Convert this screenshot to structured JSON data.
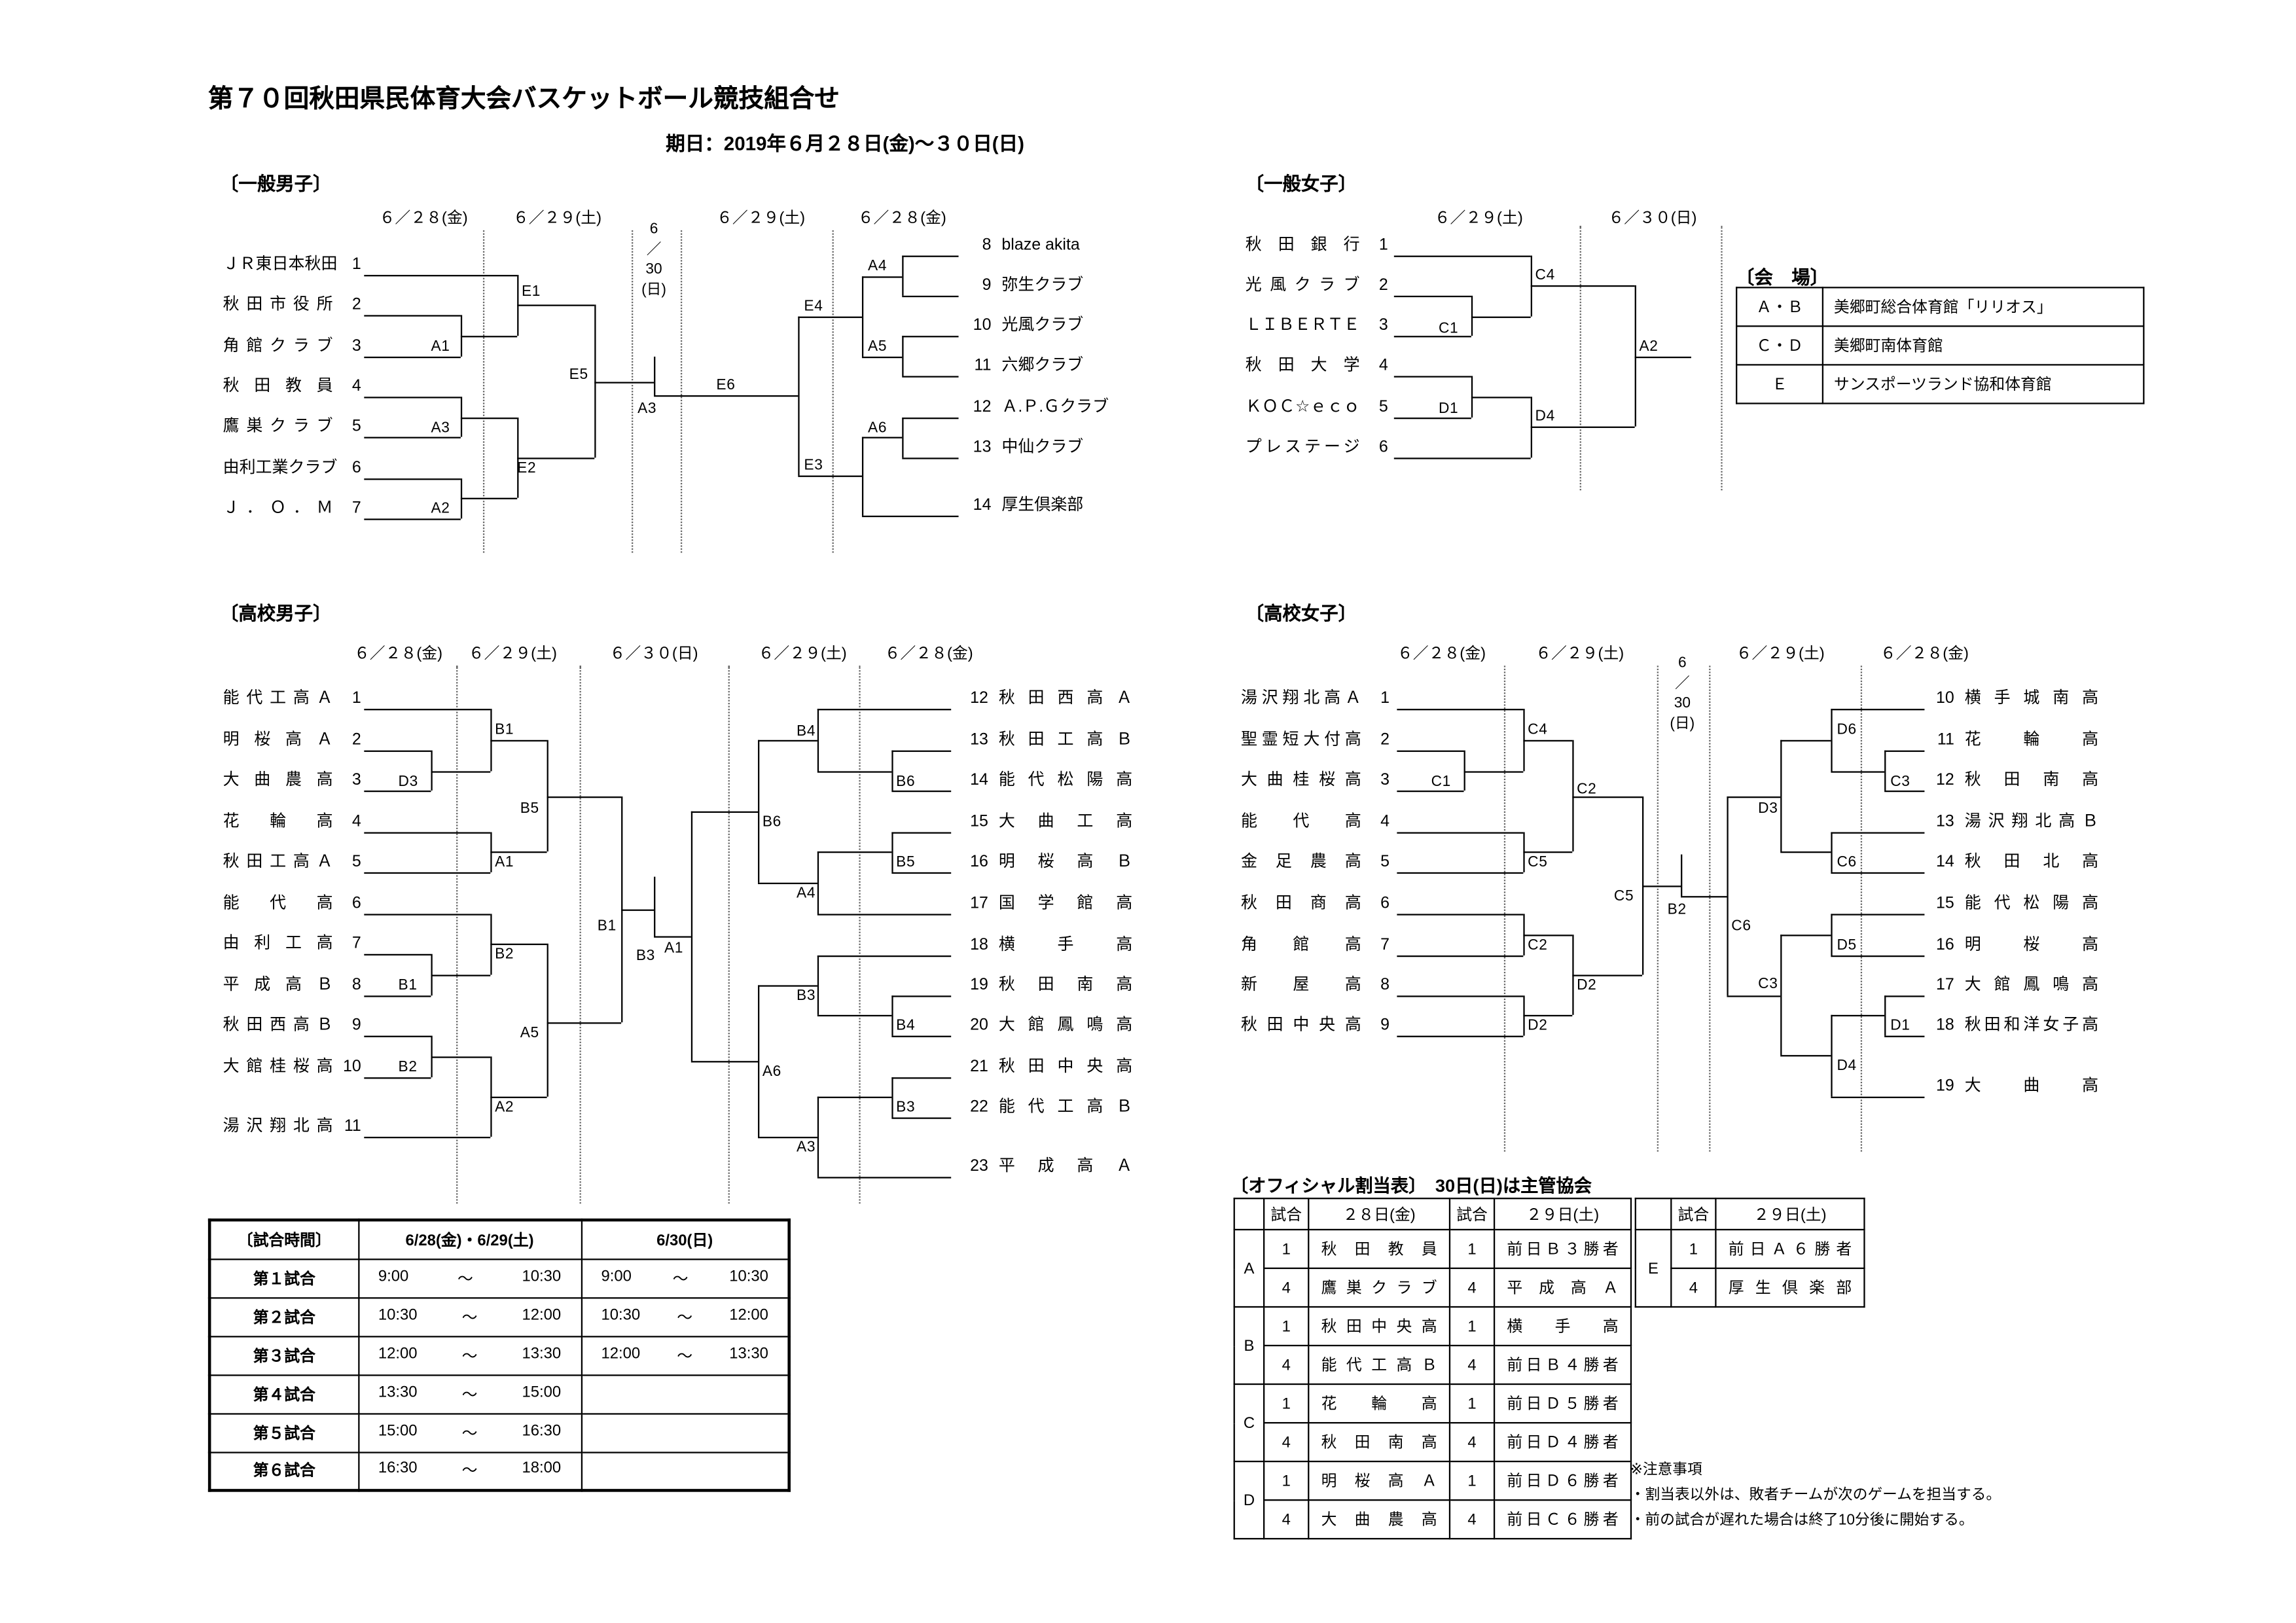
{
  "title": "第７０回秋田県民体育大会バスケットボール競技組合せ",
  "subtitle": "期日：2019年６月２８日(金)～３０日(日)",
  "gm": {
    "section": "〔一般男子〕",
    "cols": [
      "６／２８(金)",
      "６／２９(土)",
      "６／２９(土)",
      "６／２８(金)"
    ],
    "mid": [
      "6",
      "／",
      "30",
      "(日)"
    ],
    "left": [
      {
        "name": "ＪＲ東日本秋田",
        "num": "1"
      },
      {
        "name": "秋田市役所",
        "num": "2"
      },
      {
        "name": "角館クラブ",
        "num": "3"
      },
      {
        "name": "秋田教員",
        "num": "4"
      },
      {
        "name": "鷹巣クラブ",
        "num": "5"
      },
      {
        "name": "由利工業クラブ",
        "num": "6"
      },
      {
        "name": "Ｊ．Ｏ．Ｍ",
        "num": "7"
      }
    ],
    "right": [
      {
        "num": "8",
        "name": "blaze akita"
      },
      {
        "num": "9",
        "name": "弥生クラブ"
      },
      {
        "num": "10",
        "name": "光風クラブ"
      },
      {
        "num": "11",
        "name": "六郷クラブ"
      },
      {
        "num": "12",
        "name": "Ａ.Ｐ.Ｇクラブ"
      },
      {
        "num": "13",
        "name": "中仙クラブ"
      },
      {
        "num": "14",
        "name": "厚生倶楽部"
      }
    ],
    "labels": [
      "E1",
      "A1",
      "A3",
      "E2",
      "A2",
      "E5",
      "A3",
      "A4",
      "A5",
      "E4",
      "A6",
      "E3",
      "E6"
    ]
  },
  "gw": {
    "section": "〔一般女子〕",
    "cols": [
      "６／２９(土)",
      "６／３０(日)"
    ],
    "left": [
      {
        "name": "秋田銀行",
        "num": "1"
      },
      {
        "name": "光風クラブ",
        "num": "2"
      },
      {
        "name": "ＬＩＢＥＲＴＥ",
        "num": "3"
      },
      {
        "name": "秋田大学",
        "num": "4"
      },
      {
        "name": "ＫＯＣ☆ｅｃｏ",
        "num": "5"
      },
      {
        "name": "プレステージ",
        "num": "6"
      }
    ],
    "labels": [
      "C1",
      "C4",
      "D1",
      "D4",
      "A2"
    ]
  },
  "hm": {
    "section": "〔高校男子〕",
    "cols": [
      "６／２８(金)",
      "６／２９(土)",
      "６／３０(日)",
      "６／２９(土)",
      "６／２８(金)"
    ],
    "left": [
      {
        "name": "能代工高Ａ",
        "num": "1"
      },
      {
        "name": "明桜高Ａ",
        "num": "2"
      },
      {
        "name": "大曲農高",
        "num": "3"
      },
      {
        "name": "花輪高",
        "num": "4"
      },
      {
        "name": "秋田工高Ａ",
        "num": "5"
      },
      {
        "name": "能代高",
        "num": "6"
      },
      {
        "name": "由利工高",
        "num": "7"
      },
      {
        "name": "平成高Ｂ",
        "num": "8"
      },
      {
        "name": "秋田西高Ｂ",
        "num": "9"
      },
      {
        "name": "大館桂桜高",
        "num": "10"
      },
      {
        "name": "湯沢翔北高",
        "num": "11"
      }
    ],
    "right": [
      {
        "num": "12",
        "name": "秋田西高Ａ"
      },
      {
        "num": "13",
        "name": "秋田工高Ｂ"
      },
      {
        "num": "14",
        "name": "能代松陽高"
      },
      {
        "num": "15",
        "name": "大曲工高"
      },
      {
        "num": "16",
        "name": "明桜高Ｂ"
      },
      {
        "num": "17",
        "name": "国学館高"
      },
      {
        "num": "18",
        "name": "横手高"
      },
      {
        "num": "19",
        "name": "秋田南高"
      },
      {
        "num": "20",
        "name": "大館鳳鳴高"
      },
      {
        "num": "21",
        "name": "秋田中央高"
      },
      {
        "num": "22",
        "name": "能代工高Ｂ"
      },
      {
        "num": "23",
        "name": "平成高Ａ"
      }
    ],
    "labels": [
      "B1",
      "D3",
      "B5",
      "A1",
      "B2",
      "B1",
      "A5",
      "B2",
      "A2",
      "B1",
      "B3",
      "A1",
      "B4",
      "B6",
      "B6",
      "B5",
      "A4",
      "B3",
      "B4",
      "A6",
      "B3",
      "A3"
    ]
  },
  "hw": {
    "section": "〔高校女子〕",
    "cols": [
      "６／２８(金)",
      "６／２９(土)",
      "６／２９(土)",
      "６／２８(金)"
    ],
    "mid": [
      "6",
      "／",
      "30",
      "(日)"
    ],
    "left": [
      {
        "name": "湯沢翔北高Ａ",
        "num": "1"
      },
      {
        "name": "聖霊短大付高",
        "num": "2"
      },
      {
        "name": "大曲桂桜高",
        "num": "3"
      },
      {
        "name": "能代高",
        "num": "4"
      },
      {
        "name": "金足農高",
        "num": "5"
      },
      {
        "name": "秋田商高",
        "num": "6"
      },
      {
        "name": "角館高",
        "num": "7"
      },
      {
        "name": "新屋高",
        "num": "8"
      },
      {
        "name": "秋田中央高",
        "num": "9"
      }
    ],
    "right": [
      {
        "num": "10",
        "name": "横手城南高"
      },
      {
        "num": "11",
        "name": "花輪高"
      },
      {
        "num": "12",
        "name": "秋田南高"
      },
      {
        "num": "13",
        "name": "湯沢翔北高Ｂ"
      },
      {
        "num": "14",
        "name": "秋田北高"
      },
      {
        "num": "15",
        "name": "能代松陽高"
      },
      {
        "num": "16",
        "name": "明桜高"
      },
      {
        "num": "17",
        "name": "大館鳳鳴高"
      },
      {
        "num": "18",
        "name": "秋田和洋女子高"
      },
      {
        "num": "19",
        "name": "大曲高"
      }
    ],
    "labels": [
      "C4",
      "C1",
      "C2",
      "C5",
      "C5",
      "C2",
      "D2",
      "D2",
      "B2",
      "D6",
      "C3",
      "D3",
      "C6",
      "C6",
      "D5",
      "C3",
      "D1",
      "D4"
    ]
  },
  "venues": {
    "section": "〔会　場〕",
    "rows": [
      {
        "k": "Ａ・Ｂ",
        "v": "美郷町総合体育館「リリオス」"
      },
      {
        "k": "Ｃ・Ｄ",
        "v": "美郷町南体育館"
      },
      {
        "k": "Ｅ",
        "v": "サンスポーツランド協和体育館"
      }
    ]
  },
  "times": {
    "h1": "〔試合時間〕",
    "h2": "6/28(金)・6/29(土)",
    "h3": "6/30(日)",
    "rows": [
      {
        "label": "第１試合",
        "a_s": "9:00",
        "a_t": "～",
        "a_e": "10:30",
        "b_s": "9:00",
        "b_t": "～",
        "b_e": "10:30"
      },
      {
        "label": "第２試合",
        "a_s": "10:30",
        "a_t": "～",
        "a_e": "12:00",
        "b_s": "10:30",
        "b_t": "～",
        "b_e": "12:00"
      },
      {
        "label": "第３試合",
        "a_s": "12:00",
        "a_t": "～",
        "a_e": "13:30",
        "b_s": "12:00",
        "b_t": "～",
        "b_e": "13:30"
      },
      {
        "label": "第４試合",
        "a_s": "13:30",
        "a_t": "～",
        "a_e": "15:00",
        "b_s": "",
        "b_t": "",
        "b_e": ""
      },
      {
        "label": "第５試合",
        "a_s": "15:00",
        "a_t": "～",
        "a_e": "16:30",
        "b_s": "",
        "b_t": "",
        "b_e": ""
      },
      {
        "label": "第６試合",
        "a_s": "16:30",
        "a_t": "～",
        "a_e": "18:00",
        "b_s": "",
        "b_t": "",
        "b_e": ""
      }
    ]
  },
  "officials": {
    "title1": "〔オフィシャル割当表〕",
    "title2": "　30日(日)は主管協会",
    "h_game": "試合",
    "h_d28": "２８日(金)",
    "h_d29": "２９日(土)",
    "groups": [
      {
        "court": "A",
        "rows": [
          {
            "g28": "1",
            "t28": "秋田教員",
            "g29": "1",
            "t29": "前日Ｂ３勝者"
          },
          {
            "g28": "4",
            "t28": "鷹巣クラブ",
            "g29": "4",
            "t29": "平成高Ａ"
          }
        ]
      },
      {
        "court": "B",
        "rows": [
          {
            "g28": "1",
            "t28": "秋田中央高",
            "g29": "1",
            "t29": "横手高"
          },
          {
            "g28": "4",
            "t28": "能代工高Ｂ",
            "g29": "4",
            "t29": "前日Ｂ４勝者"
          }
        ]
      },
      {
        "court": "C",
        "rows": [
          {
            "g28": "1",
            "t28": "花輪高",
            "g29": "1",
            "t29": "前日Ｄ５勝者"
          },
          {
            "g28": "4",
            "t28": "秋田南高",
            "g29": "4",
            "t29": "前日Ｄ４勝者"
          }
        ]
      },
      {
        "court": "D",
        "rows": [
          {
            "g28": "1",
            "t28": "明桜高Ａ",
            "g29": "1",
            "t29": "前日Ｄ６勝者"
          },
          {
            "g28": "4",
            "t28": "大曲農高",
            "g29": "4",
            "t29": "前日Ｃ６勝者"
          }
        ]
      }
    ],
    "e": {
      "court": "E",
      "h_game": "試合",
      "h_d29": "２９日(土)",
      "rows": [
        {
          "g": "1",
          "t": "前日Ａ６勝者"
        },
        {
          "g": "4",
          "t": "厚生倶楽部"
        }
      ]
    }
  },
  "notes": {
    "head": "※注意事項",
    "l1": "・割当表以外は、敗者チームが次のゲームを担当する。",
    "l2": "・前の試合が遅れた場合は終了10分後に開始する。"
  }
}
